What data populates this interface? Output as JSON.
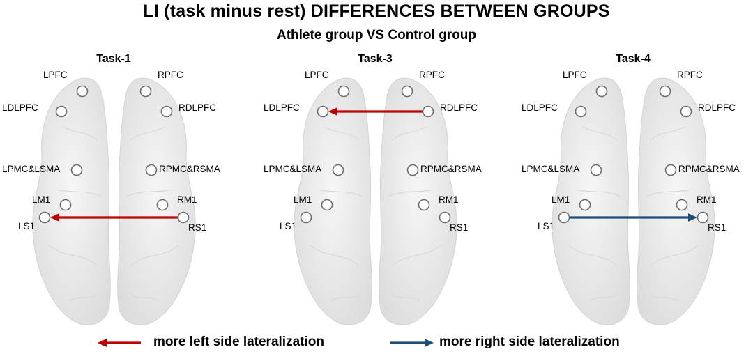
{
  "title": "LI (task minus rest) DIFFERENCES BETWEEN GROUPS",
  "subtitle": "Athlete group VS Control group",
  "colors": {
    "left_arrow": "#c00000",
    "right_arrow": "#1f4e79",
    "brain_fill": "#ebebeb",
    "node_stroke": "#6b6b6b"
  },
  "regions": {
    "LPFC": "LPFC",
    "RPFC": "RPFC",
    "LDLPFC": "LDLPFC",
    "RDLPFC": "RDLPFC",
    "LPMC": "LPMC&LSMA",
    "RPMC": "RPMC&RSMA",
    "LM1": "LM1",
    "RM1": "RM1",
    "LS1": "LS1",
    "RS1": "RS1"
  },
  "panels": [
    {
      "title": "Task-1",
      "arrow": {
        "from": "RS1",
        "to": "LS1",
        "direction": "left"
      }
    },
    {
      "title": "Task-3",
      "arrow": {
        "from": "RDLPFC",
        "to": "LDLPFC",
        "direction": "left"
      }
    },
    {
      "title": "Task-4",
      "arrow": {
        "from": "LS1",
        "to": "RS1",
        "direction": "right"
      }
    }
  ],
  "legend": {
    "left_label": "more left side lateralization",
    "right_label": "more right side lateralization"
  }
}
